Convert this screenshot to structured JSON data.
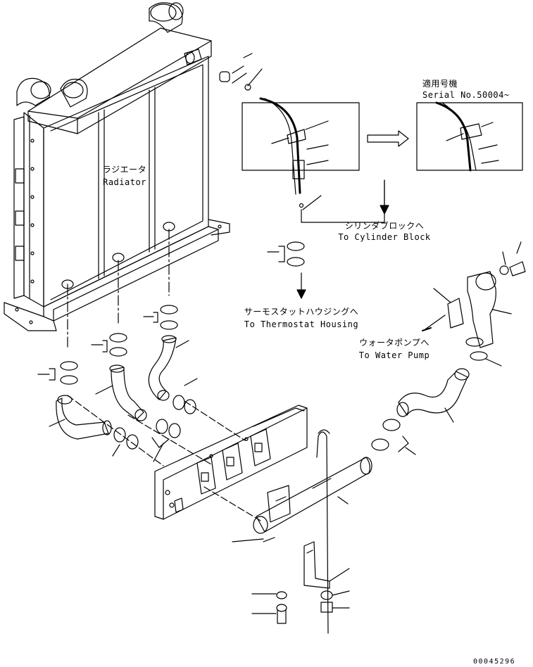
{
  "labels": {
    "radiator_jp": "ラジエータ",
    "radiator_en": "Radiator",
    "cylinder_block_jp": "シリンダブロックへ",
    "cylinder_block_en": "To Cylinder Block",
    "thermostat_jp": "サーモスタットハウジングへ",
    "thermostat_en": "To Thermostat Housing",
    "water_pump_jp": "ウォータポンプへ",
    "water_pump_en": "To Water Pump",
    "serial_jp": "適用号機",
    "serial_en": "Serial No.50004~"
  },
  "part_number": "00045296",
  "colors": {
    "line": "#000000",
    "background": "#ffffff"
  }
}
